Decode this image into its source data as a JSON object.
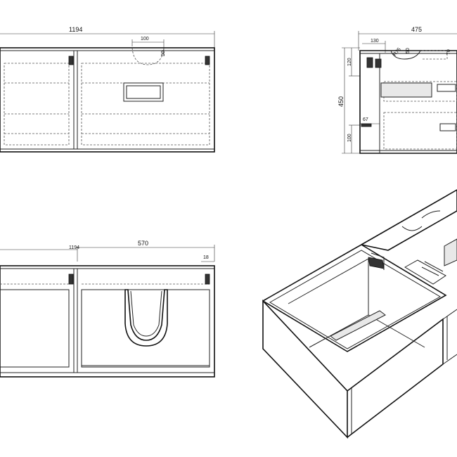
{
  "front_view": {
    "total_width": "1194",
    "drain_cutout_width": "100",
    "drain_cutout_depth": "50"
  },
  "side_view": {
    "total_depth": "475",
    "rear_offset": "130",
    "cutout_radius": "R75",
    "cutout_depth": "50",
    "right_offset": "70",
    "top_height": "120",
    "total_height": "450",
    "bottom_offset": "67",
    "bottom_height": "100"
  },
  "section_view": {
    "total_width": "1194",
    "drawer_width": "570",
    "panel_thickness": "18"
  }
}
